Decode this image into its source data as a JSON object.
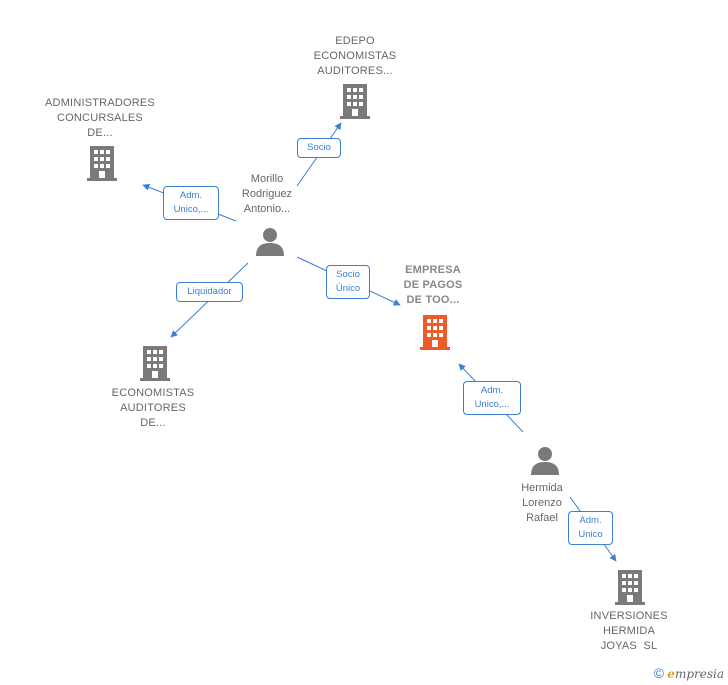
{
  "nodes": {
    "edepo": {
      "label_lines": [
        "EDEPO",
        "ECONOMISTAS",
        "AUDITORES..."
      ],
      "type": "company"
    },
    "administradores": {
      "label_lines": [
        "ADMINISTRADORES",
        "CONCURSALES",
        "DE..."
      ],
      "type": "company"
    },
    "morillo": {
      "label_lines": [
        "Morillo",
        "Rodriguez",
        "Antonio..."
      ],
      "type": "person"
    },
    "empresa": {
      "label_lines": [
        "EMPRESA",
        "DE PAGOS",
        "DE TOO..."
      ],
      "type": "company",
      "highlighted": true
    },
    "economistas": {
      "label_lines": [
        "ECONOMISTAS",
        "AUDITORES",
        "DE..."
      ],
      "type": "company"
    },
    "hermida": {
      "label_lines": [
        "Hermida",
        "Lorenzo",
        "Rafael"
      ],
      "type": "person"
    },
    "inversiones": {
      "label_lines": [
        "INVERSIONES",
        "HERMIDA",
        "JOYAS  SL"
      ],
      "type": "company"
    }
  },
  "edges": {
    "morillo_edepo": {
      "label_lines": [
        "Socio"
      ]
    },
    "morillo_administradores": {
      "label_lines": [
        "Adm.",
        "Unico,..."
      ]
    },
    "morillo_empresa": {
      "label_lines": [
        "Socio",
        "Único"
      ]
    },
    "morillo_economistas": {
      "label_lines": [
        "Liquidador"
      ]
    },
    "hermida_empresa": {
      "label_lines": [
        "Adm.",
        "Unico,..."
      ]
    },
    "hermida_inversiones": {
      "label_lines": [
        "Adm.",
        "Unico"
      ]
    }
  },
  "colors": {
    "edge": "#3a7fd5",
    "company_icon": "#7a7a7a",
    "person_icon": "#7a7a7a",
    "highlight_icon": "#f05a28"
  },
  "footer": {
    "copyright_symbol": "©",
    "brand_initial": "e",
    "brand_rest": "mpresia"
  }
}
